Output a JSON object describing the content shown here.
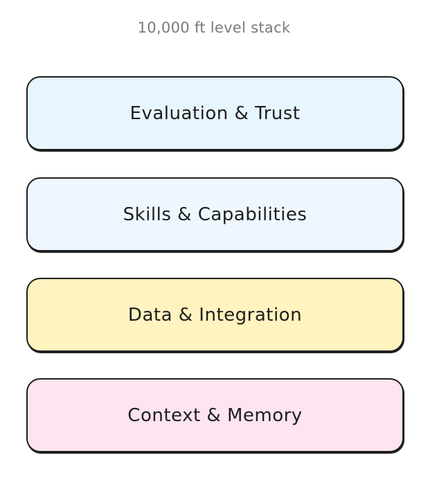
{
  "caption": "10,000 ft level stack",
  "layers": [
    {
      "label": "Evaluation & Trust",
      "fill": "#e7f5ff"
    },
    {
      "label": "Skills & Capabilities",
      "fill": "#eef7ff"
    },
    {
      "label": "Data & Integration",
      "fill": "#fff3bf"
    },
    {
      "label": "Context & Memory",
      "fill": "#fce4f1"
    }
  ]
}
